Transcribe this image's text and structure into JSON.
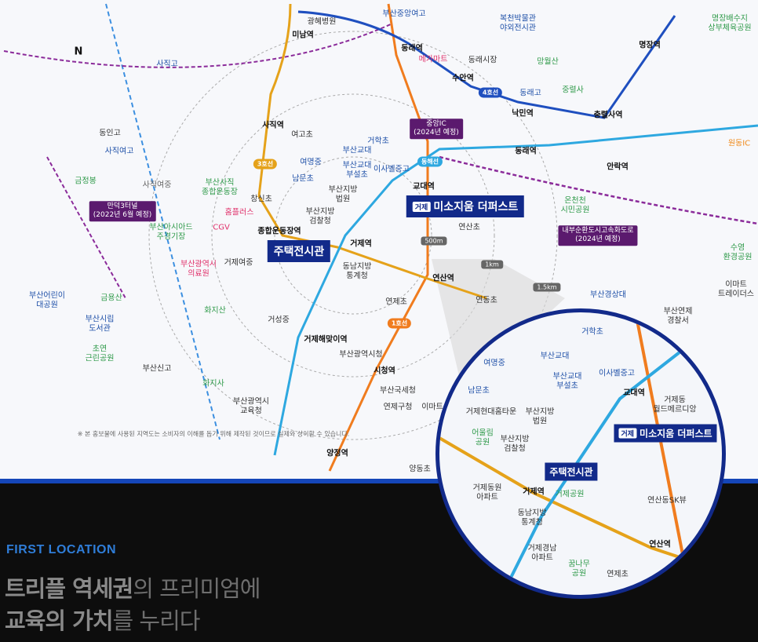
{
  "compass": "N",
  "line_badges": {
    "line1": "1호선",
    "line3": "3호선",
    "line4": "4호선",
    "donghae": "동해선"
  },
  "distances": [
    "500m",
    "1km",
    "1.5km"
  ],
  "stations": {
    "minam": "미남역",
    "dongnae": "동래역",
    "suan": "수안역",
    "nakmin": "낙민역",
    "myeongjang": "명장역",
    "chungnyeolsa": "충렬사역",
    "sajik": "사직역",
    "gyodae": "교대역",
    "geoje": "거제역",
    "yeonsan": "연산역",
    "jonghap": "종합운동장역",
    "geojehaemaji": "거제해맞이역",
    "sicheong": "시청역",
    "yangjeong": "양정역",
    "dongnae2": "동래역",
    "anrak": "안락역"
  },
  "places": {
    "gwanghye": "광혜병원",
    "busan_jungang_go": "부산중앙여고",
    "bokcheon": "복천박물관\n야외전시관",
    "myeongjang_water": "명장배수지\n상부체육공원",
    "megamart": "메가마트",
    "dongnae_market": "동래시장",
    "mangwolsan": "망월산",
    "dongnaego": "동래고",
    "jungyeolsa": "중렬사",
    "sajik_go": "사직고",
    "yeogo": "여고초",
    "geohakcho": "거학초",
    "dongin": "동인고",
    "sajik_yeogo": "사직여고",
    "geumjeongbong": "금정봉",
    "sajik_sports": "부산사직\n종합운동장",
    "sajik_middle": "사직여중",
    "busan_gyodae": "부산교대",
    "yeomyeong": "여명중",
    "gyodae_bu": "부산교대\n부설초",
    "isabel": "이사벨중고",
    "nammun": "남문초",
    "changsin": "창신초",
    "homeplus": "홈플러스",
    "cgv": "CGV",
    "court": "부산지방\n법원",
    "prosecutor": "부산지방\n검찰청",
    "asiad": "부산아시아드\n주경기장",
    "busan_medical": "부산광역시\n의료원",
    "geoje_middle": "거제여중",
    "dongnam": "동남지방\n통계청",
    "yeonjecho": "연제초",
    "yeondongcho": "연동초",
    "yeonsancho": "연산초",
    "geosungjung": "거성중",
    "hwajisan": "화지산",
    "busan_children_park": "부산어린이\n대공원",
    "geumyongsan": "금용산",
    "busan_library": "부산시립\n도서관",
    "choeup_park": "초연\n근린공원",
    "busan_sin": "부산신고",
    "hwajisa": "화지사",
    "city_hall": "부산광역시청",
    "edu_office": "부산광역시\n교육청",
    "busan_gukse": "부산국세청",
    "yeonje_gu": "연제구청",
    "e_mart_near": "이마트",
    "yangdongcho": "양동초",
    "ondongcheon": "온천천\n시민공원",
    "busan_gyeongsang": "부산경상대",
    "yeonje_police": "부산연제\n경찰서",
    "emart_traders": "이마트\n트레이더스",
    "suyeong_park": "수영\n환경공원",
    "wonttong": "원동IC"
  },
  "tags": {
    "jungang_ic": "중앙IC\n(2024년 예정)",
    "mandeok": "만덕3터널\n(2022년 6월 예정)",
    "expressway": "내부순환도시고속화도로\n(2024년 예정)"
  },
  "callouts": {
    "prefix": "거제",
    "project": "미소지움 더퍼스트",
    "showroom": "주택전시관"
  },
  "disclaimer": "※ 본 홍보물에 사용된 지역도는 소비자의 이해를 돕기 위해 제작된 것이므로 실제와 상이할 수 있습니다.",
  "zoom": {
    "geohak": "거학초",
    "busan_gyodae": "부산교대",
    "yeomyeong": "여명중",
    "gyodae_bu": "부산교대\n부설초",
    "isabel": "이사벨중고",
    "gyodae": "교대역",
    "geoje_world": "거제동\n월드메르디앙",
    "nammun": "남문초",
    "hyundai": "거제현대홈타운",
    "court": "부산지방\n법원",
    "oulim": "어울림\n공원",
    "prosecutor": "부산지방\n검찰청",
    "geoje_dongwon": "거제동원\n아파트",
    "geoje": "거제역",
    "park": "거제공원",
    "yeonsan_sk": "연산동SK뷰",
    "dongnam": "동남지방\n통계청",
    "geoje_gyeongnam": "거제경남\n아파트",
    "yeonsan": "연산역",
    "kkum": "꿈나무\n공원",
    "yeonje": "연제초"
  },
  "section_label": "FIRST LOCATION",
  "headline1_bold": "트리플 역세권",
  "headline1_rest": "의 프리미엄에",
  "headline2_bold": "교육의 가치",
  "headline2_rest": "를 누리다",
  "colors": {
    "line1": "#f07c1e",
    "line3": "#e5a21a",
    "line4": "#1f4fbf",
    "donghae": "#2ea8e0",
    "navy": "#122a8a",
    "purple": "#5b1a6e"
  }
}
